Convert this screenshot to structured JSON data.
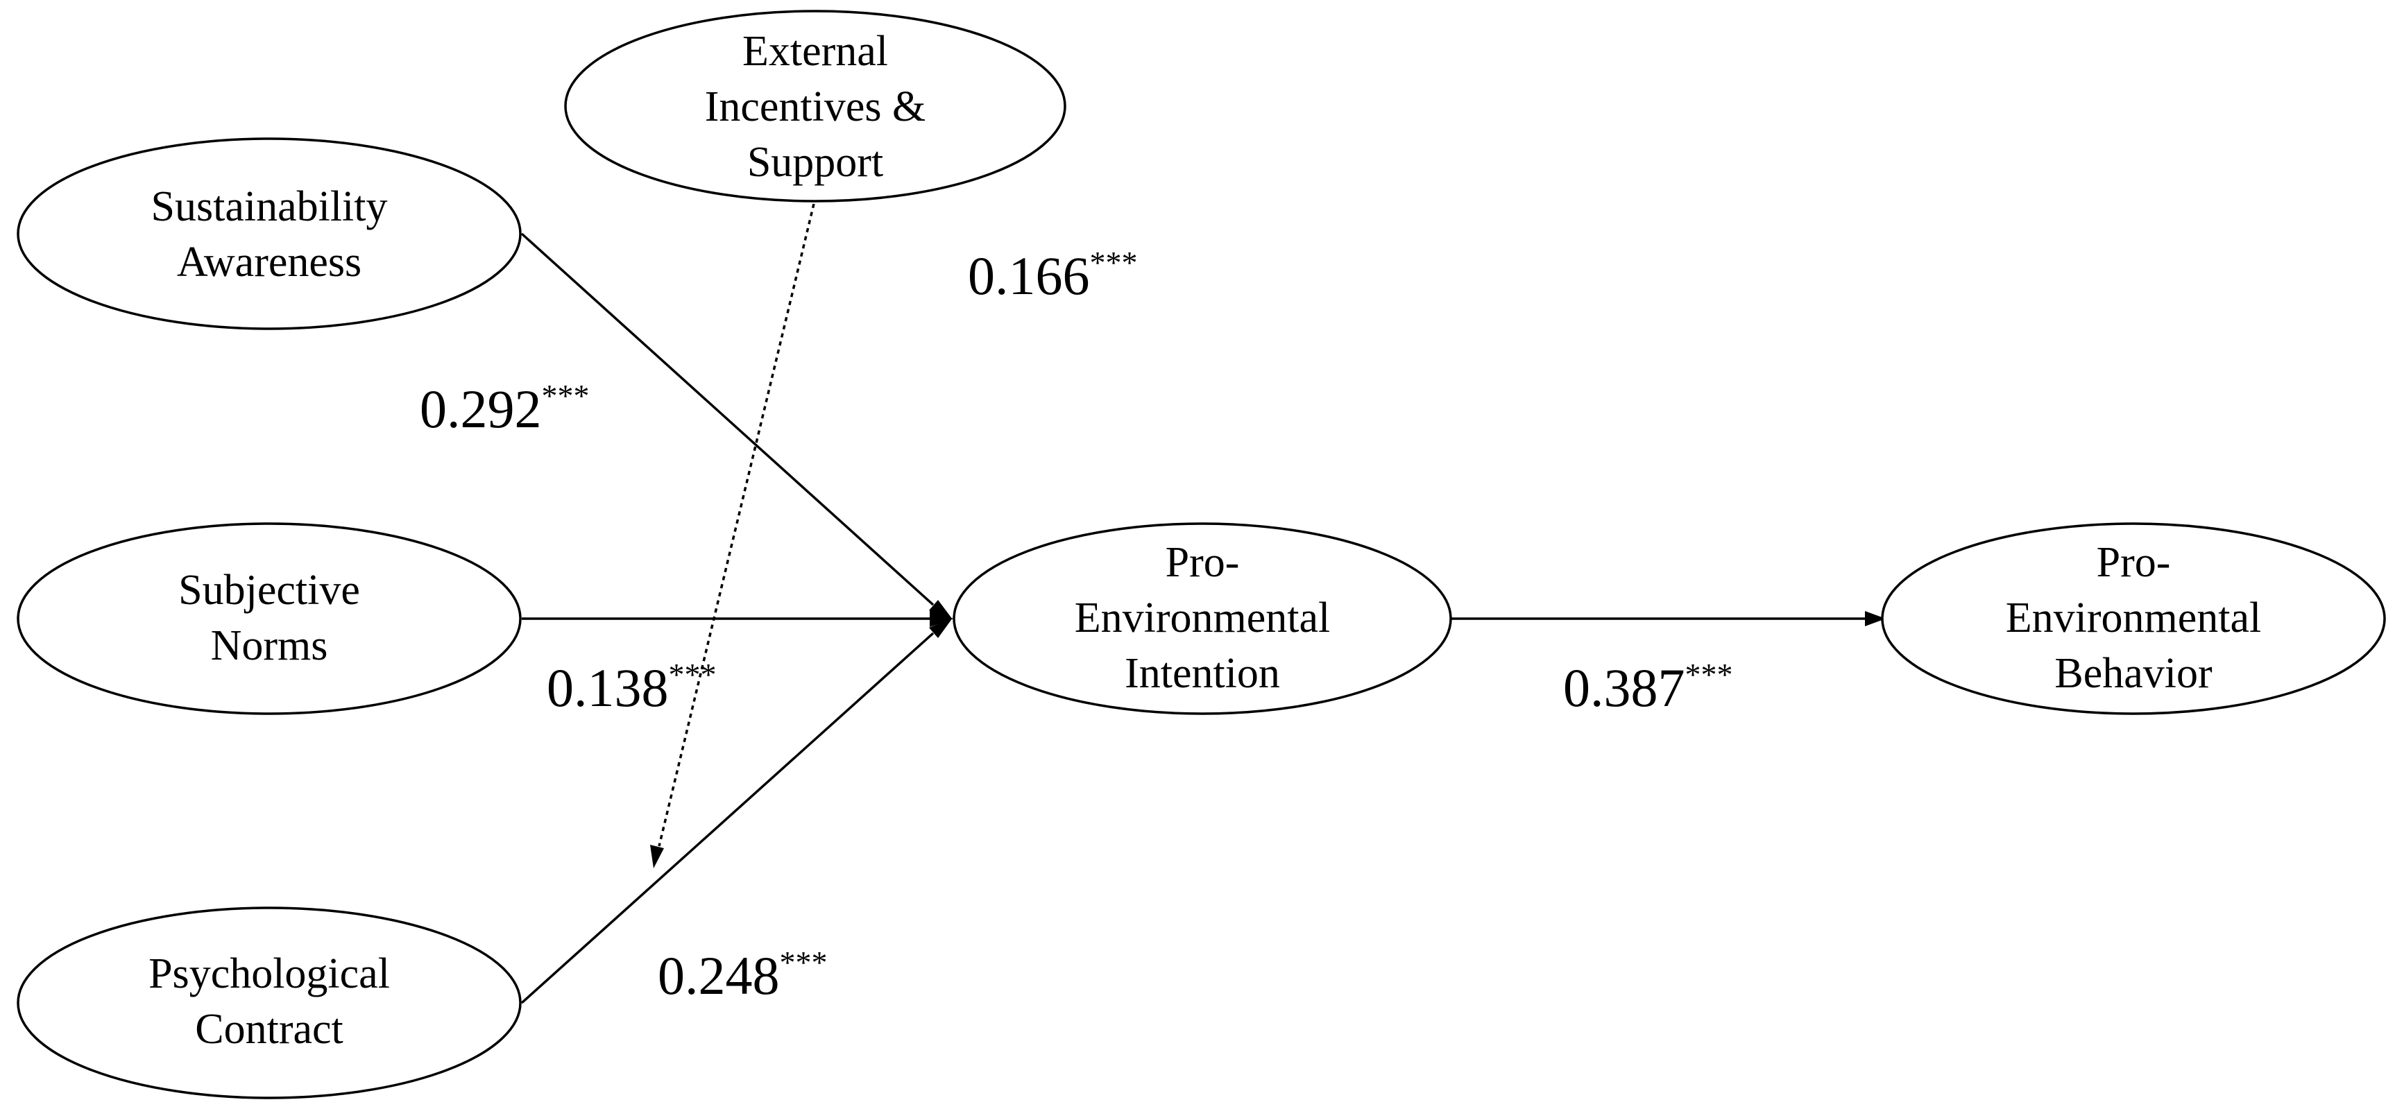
{
  "nodes": {
    "sustainability_awareness": {
      "lines": [
        "Sustainability",
        "Awareness"
      ]
    },
    "external_incentives": {
      "lines": [
        "External",
        "Incentives &",
        "Support"
      ]
    },
    "subjective_norms": {
      "lines": [
        "Subjective",
        "Norms"
      ]
    },
    "psychological_contract": {
      "lines": [
        "Psychological",
        "Contract"
      ]
    },
    "pro_env_intention": {
      "lines": [
        "Pro-",
        "Environmental",
        "Intention"
      ]
    },
    "pro_env_behavior": {
      "lines": [
        "Pro-",
        "Environmental",
        "Behavior"
      ]
    }
  },
  "paths": {
    "sa_to_intention": {
      "coefficient": "0.292",
      "significance": "***"
    },
    "ext_moderation": {
      "coefficient": "0.166",
      "significance": "***"
    },
    "sn_to_intention": {
      "coefficient": "0.138",
      "significance": "***"
    },
    "pc_to_intention": {
      "coefficient": "0.248",
      "significance": "***"
    },
    "intention_to_behavior": {
      "coefficient": "0.387",
      "significance": "***"
    }
  }
}
